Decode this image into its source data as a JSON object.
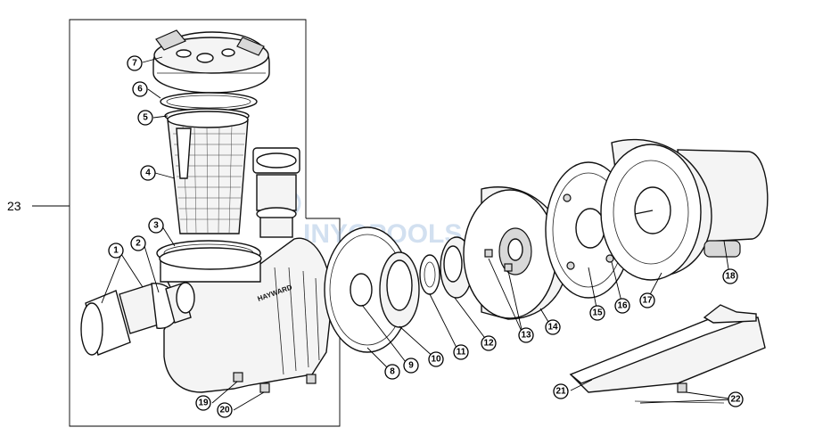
{
  "assembly_label": "23",
  "housing_brand": "HAYWARD",
  "watermark": "INYOPOOLS.COM",
  "callouts": [
    "1",
    "2",
    "3",
    "4",
    "5",
    "6",
    "7",
    "8",
    "9",
    "10",
    "11",
    "12",
    "13",
    "14",
    "15",
    "16",
    "17",
    "18",
    "19",
    "20",
    "21",
    "22"
  ],
  "colors": {
    "line": "#000000",
    "paper": "#ffffff",
    "watermark": "#7fa7d6"
  }
}
